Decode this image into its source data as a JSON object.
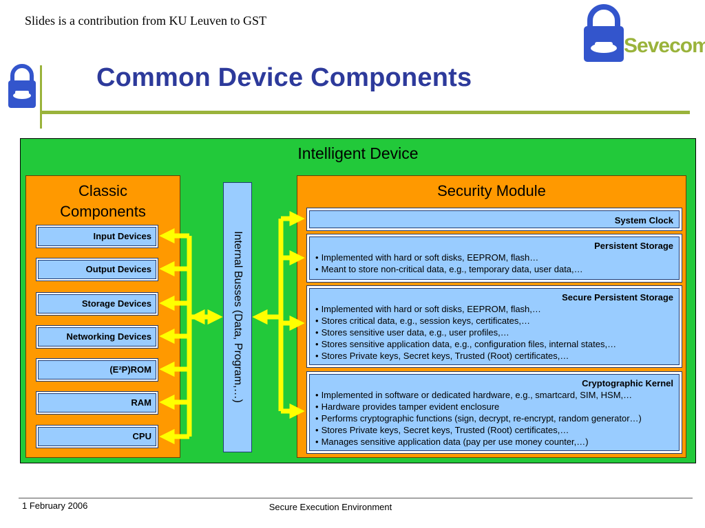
{
  "header": {
    "contribution": "Slides is a contribution from KU Leuven to GST",
    "title": "Common Device Components",
    "logo_text": "Sevecom"
  },
  "diagram": {
    "device_title": "Intelligent Device",
    "classic": {
      "title": "Classic Components",
      "items": [
        "Input Devices",
        "Output Devices",
        "Storage Devices",
        "Networking Devices",
        "(E²P)ROM",
        "RAM",
        "CPU"
      ]
    },
    "bus_label": "Internal Busses (Data, Program,…)",
    "security": {
      "title": "Security Module",
      "system_clock": "System Clock",
      "persistent": {
        "title": "Persistent Storage",
        "bullets": [
          "Implemented with hard or soft disks, EEPROM, flash…",
          "Meant to store non-critical data, e.g., temporary data, user data,…"
        ]
      },
      "secure_persistent": {
        "title": "Secure Persistent Storage",
        "bullets": [
          "Implemented with hard or soft disks, EEPROM, flash,…",
          "Stores critical data, e.g., session keys, certificates,…",
          "Stores sensitive user data, e.g., user profiles,…",
          "Stores sensitive application data, e.g., configuration files, internal states,…",
          "Stores Private keys, Secret keys, Trusted (Root) certificates,…"
        ]
      },
      "crypto_kernel": {
        "title": "Cryptographic Kernel",
        "bullets": [
          "Implemented in software or dedicated hardware, e.g., smartcard, SIM, HSM,…",
          "Hardware provides tamper evident enclosure",
          "Performs cryptographic functions (sign, decrypt, re-encrypt, random generator…)",
          "Stores Private keys, Secret keys, Trusted (Root) certificates,…",
          "Manages sensitive application data (pay per use money counter,…)"
        ]
      }
    }
  },
  "footer": {
    "date": "1 February 2006",
    "center": "Secure Execution Environment"
  },
  "colors": {
    "title_blue": "#2d3a9b",
    "device_green": "#22c93a",
    "panel_orange": "#ff9900",
    "box_blue": "#99ccff",
    "arrow_yellow": "#ffff00",
    "rule_green": "#9ab33b"
  }
}
